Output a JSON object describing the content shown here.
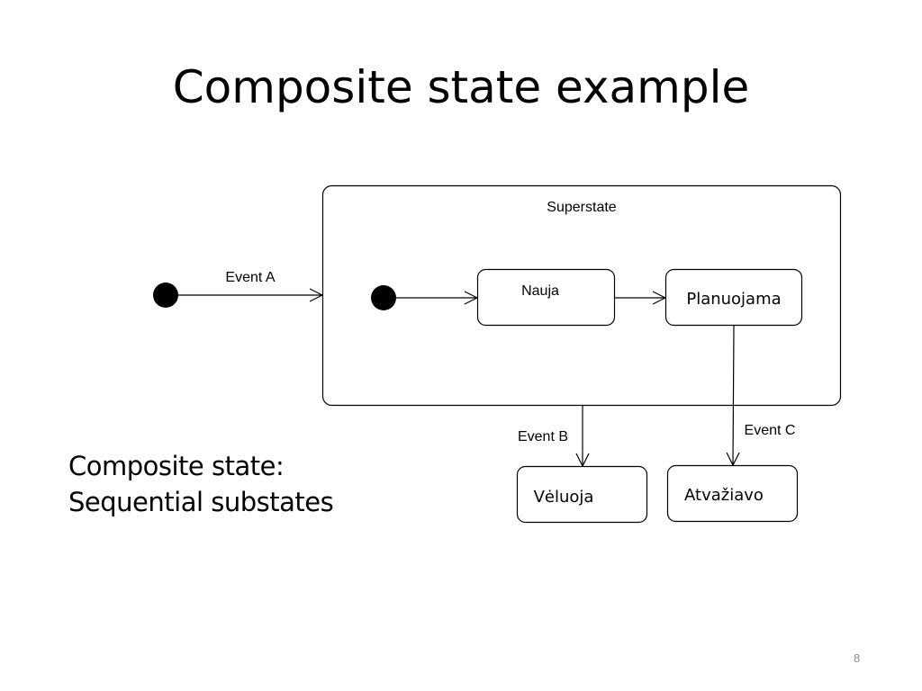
{
  "slide": {
    "title": "Composite state example",
    "caption_line1": "Composite state:",
    "caption_line2": "Sequential substates",
    "page_number": "8"
  },
  "diagram": {
    "superstate_label": "Superstate",
    "states": {
      "nauja": "Nauja",
      "planuojama": "Planuojama",
      "veluoja": "Vėluoja",
      "atvaziavo": "Atvažiavo"
    },
    "events": {
      "a": "Event A",
      "b": "Event B",
      "c": "Event C"
    }
  }
}
